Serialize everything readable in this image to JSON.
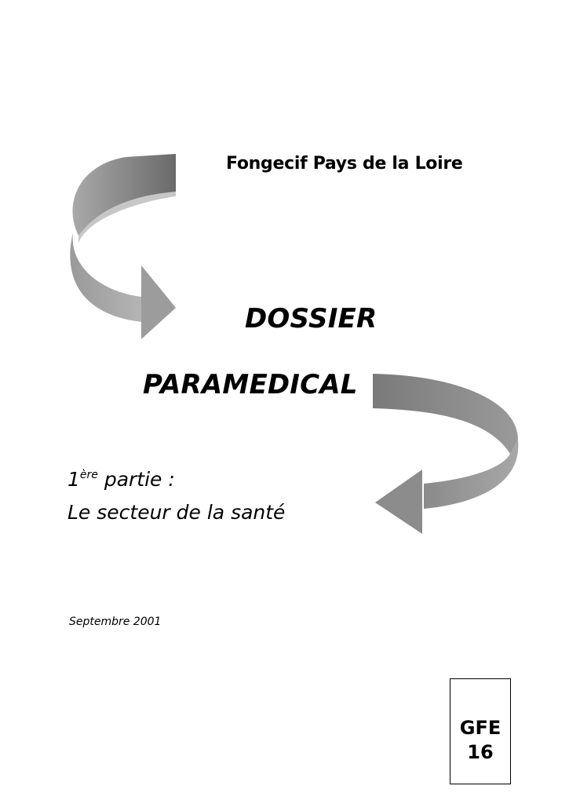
{
  "header": {
    "organization": "Fongecif Pays de la Loire"
  },
  "title": {
    "line1": "DOSSIER",
    "line2": "PARAMEDICAL"
  },
  "subtitle": {
    "part_number": "1",
    "part_superscript": "ère",
    "part_label": " partie :",
    "topic": "Le secteur de la santé"
  },
  "date": "Septembre 2001",
  "code_box": {
    "line1": "GFE",
    "line2": "16"
  },
  "decor": {
    "arrow_color": "#8f8f8f",
    "arrow_dark": "#6e6e6e"
  }
}
